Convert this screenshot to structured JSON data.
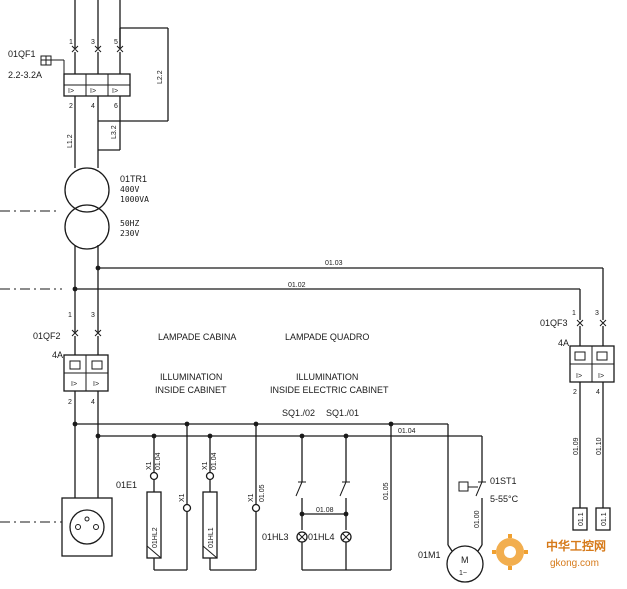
{
  "breakers": {
    "qf1": {
      "tag": "01QF1",
      "rating": "2.2-3.2A",
      "pins_top": [
        "1",
        "3",
        "5"
      ],
      "pins_bottom": [
        "2",
        "4",
        "6"
      ]
    },
    "qf2": {
      "tag": "01QF2",
      "rating": "4A",
      "pins_top": [
        "1",
        "3"
      ],
      "pins_bottom": [
        "2",
        "4"
      ]
    },
    "qf3": {
      "tag": "01QF3",
      "rating": "4A",
      "pins_top": [
        "1",
        "3"
      ],
      "pins_bottom": [
        "2",
        "4"
      ]
    },
    "relay_symbol": "I>"
  },
  "transformer": {
    "tag": "01TR1",
    "primary_voltage": "400V",
    "power": "1000VA",
    "frequency": "50HZ",
    "secondary_voltage": "230V"
  },
  "wires": {
    "l12": "L1.2",
    "l22": "L2.2",
    "l32": "L3.2",
    "w0103": "01.03",
    "w0102": "01.02",
    "w0104": "01.04",
    "w0105": "01.05",
    "w0108": "01.08",
    "w0109": "01.09",
    "w0110": "01.10",
    "w0100": "01.00",
    "w0104_small": "01.04"
  },
  "labels": {
    "lampade_cabina": "LAMPADE CABINA",
    "lampade_quadro": "LAMPADE QUADRO",
    "illum1_line1": "ILLUMINATION",
    "illum1_line2": "INSIDE CABINET",
    "illum2_line1": "ILLUMINATION",
    "illum2_line2": "INSIDE ELECTRIC CABINET",
    "sq102": "SQ1./02",
    "sq101": "SQ1./01"
  },
  "components": {
    "socket": "01E1",
    "terminal": "X1",
    "hl2": "01HL2",
    "hl1": "01HL1",
    "hl3": "01HL3",
    "hl4": "01HL4",
    "motor": "01M1",
    "motor_symbol": "M",
    "motor_phase": "1~",
    "thermostat": "01ST1",
    "thermostat_range": "5-55°C",
    "pe_mark": "01.1"
  },
  "watermark": {
    "main": "中华工控网",
    "sub": "gkong.com"
  }
}
